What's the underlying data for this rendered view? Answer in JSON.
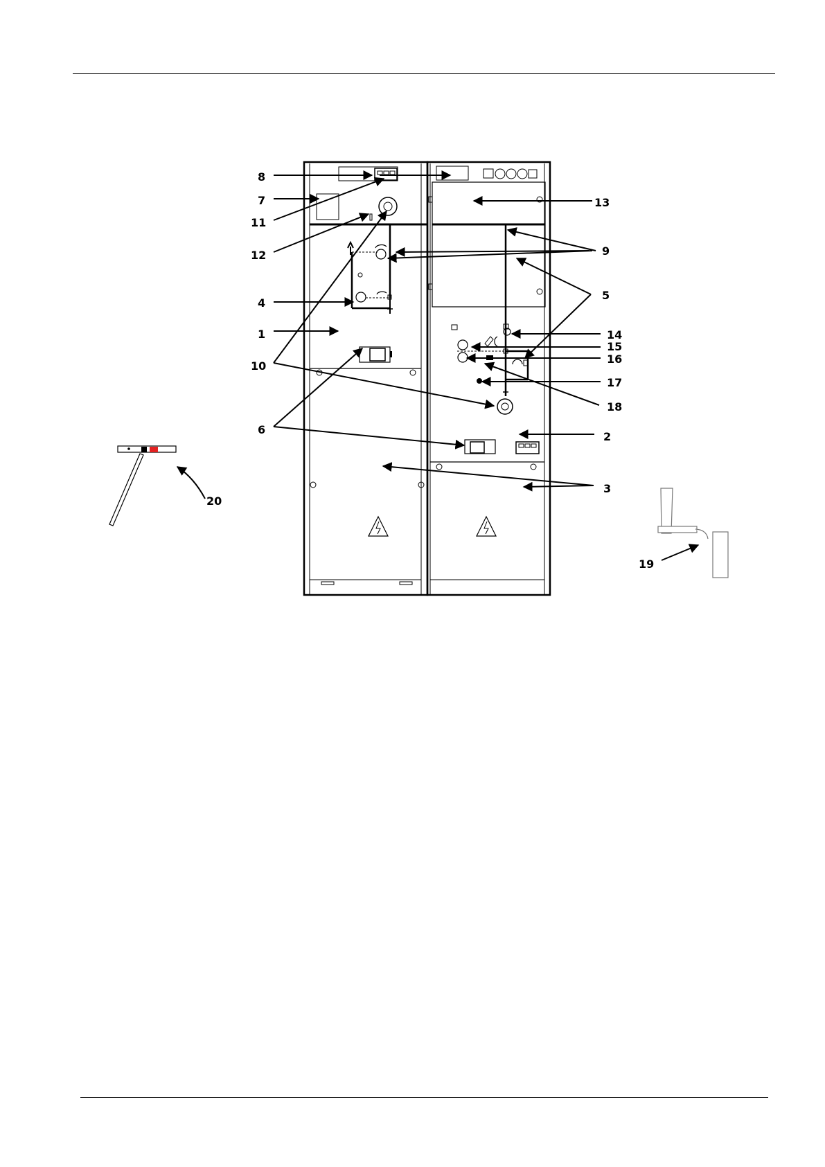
{
  "callouts": [
    {
      "id": "c1",
      "label": "1"
    },
    {
      "id": "c2",
      "label": "2"
    },
    {
      "id": "c3",
      "label": "3"
    },
    {
      "id": "c4",
      "label": "4"
    },
    {
      "id": "c5",
      "label": "5"
    },
    {
      "id": "c6",
      "label": "6"
    },
    {
      "id": "c7",
      "label": "7"
    },
    {
      "id": "c8",
      "label": "8"
    },
    {
      "id": "c9",
      "label": "9"
    },
    {
      "id": "c10",
      "label": "10"
    },
    {
      "id": "c11",
      "label": "11"
    },
    {
      "id": "c12",
      "label": "12"
    },
    {
      "id": "c13",
      "label": "13"
    },
    {
      "id": "c14",
      "label": "14"
    },
    {
      "id": "c15",
      "label": "15"
    },
    {
      "id": "c16",
      "label": "16"
    },
    {
      "id": "c17",
      "label": "17"
    },
    {
      "id": "c18",
      "label": "18"
    },
    {
      "id": "c19",
      "label": "19"
    },
    {
      "id": "c20",
      "label": "20"
    }
  ],
  "colors": {
    "line": "#000000",
    "panel_fill": "#ffffff",
    "handle_red": "#e32222",
    "tool_grey": "#d8d8d8"
  }
}
